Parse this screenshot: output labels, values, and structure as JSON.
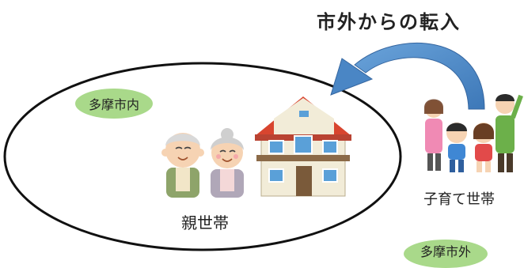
{
  "title": "市外からの転入",
  "inner_region_label": "多摩市内",
  "outer_region_label": "多摩市外",
  "parent_household_label": "親世帯",
  "child_household_label": "子育て世帯",
  "colors": {
    "arrow": "#4a86c5",
    "region_badge": "#a9d98a",
    "roof": "#d8452f",
    "wall": "#f2ecd8"
  },
  "icons": [
    "grandfather-icon",
    "grandmother-icon",
    "house-icon",
    "family-icon",
    "arrow-icon"
  ]
}
